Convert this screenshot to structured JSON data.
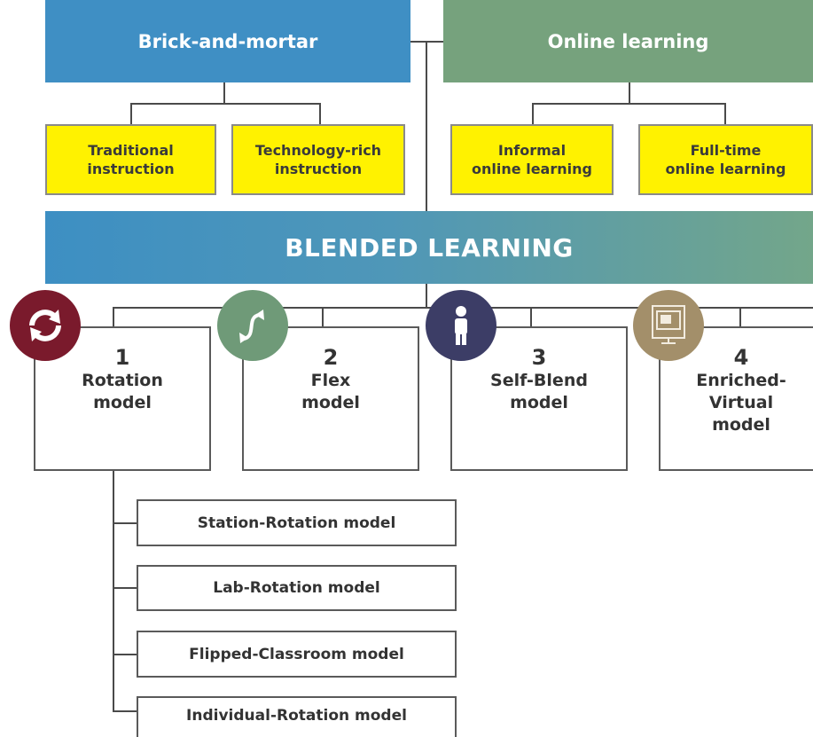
{
  "top": {
    "brick": {
      "title": "Brick-and-mortar",
      "color": "#3f8fc4"
    },
    "online": {
      "title": "Online learning",
      "color": "#76a27d"
    }
  },
  "subs": [
    {
      "line1": "Traditional",
      "line2": "instruction"
    },
    {
      "line1": "Technology-rich",
      "line2": "instruction"
    },
    {
      "line1": "Informal",
      "line2": "online learning"
    },
    {
      "line1": "Full-time",
      "line2": "online learning"
    }
  ],
  "banner": "BLENDED LEARNING",
  "models": [
    {
      "num": "1",
      "l1": "Rotation",
      "l2": "model",
      "l3": "",
      "icon": "rotation-arrows-icon",
      "icon_color": "#7a1a2c"
    },
    {
      "num": "2",
      "l1": "Flex",
      "l2": "model",
      "l3": "",
      "icon": "flex-arrow-icon",
      "icon_color": "#6f9a78"
    },
    {
      "num": "3",
      "l1": "Self-Blend",
      "l2": "model",
      "l3": "",
      "icon": "person-icon",
      "icon_color": "#3c3d66"
    },
    {
      "num": "4",
      "l1": "Enriched-",
      "l2": "Virtual",
      "l3": "model",
      "icon": "computer-screen-icon",
      "icon_color": "#a38f6a"
    }
  ],
  "rotation_subtypes": [
    "Station-Rotation model",
    "Lab-Rotation model",
    "Flipped-Classroom model",
    "Individual-Rotation model"
  ]
}
